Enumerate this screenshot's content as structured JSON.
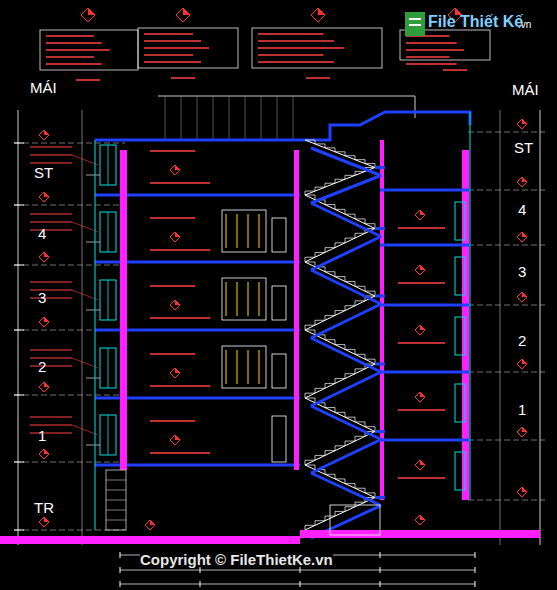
{
  "diagram": {
    "labels": [
      "MÁI",
      "ST",
      "4",
      "3",
      "2",
      "1",
      "TR",
      "MÁI",
      "ST",
      "4",
      "3",
      "2",
      "1",
      "File Thiết Kế",
      ".vn",
      "Copyright © FileThietKe.vn"
    ]
  }
}
